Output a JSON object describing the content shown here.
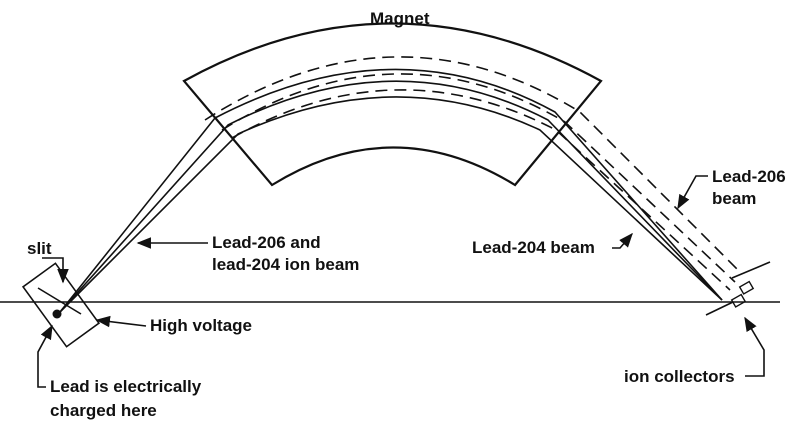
{
  "labels": {
    "magnet": "Magnet",
    "slit": "slit",
    "combined_beam_line1": "Lead-206 and",
    "combined_beam_line2": "lead-204 ion beam",
    "high_voltage": "High voltage",
    "charge_line1": "Lead is electrically",
    "charge_line2": "charged here",
    "lead204_beam": "Lead-204 beam",
    "lead206_line1": "Lead-206",
    "lead206_line2": "beam",
    "collectors": "ion collectors"
  },
  "colors": {
    "ink": "#111111",
    "background": "#ffffff"
  }
}
